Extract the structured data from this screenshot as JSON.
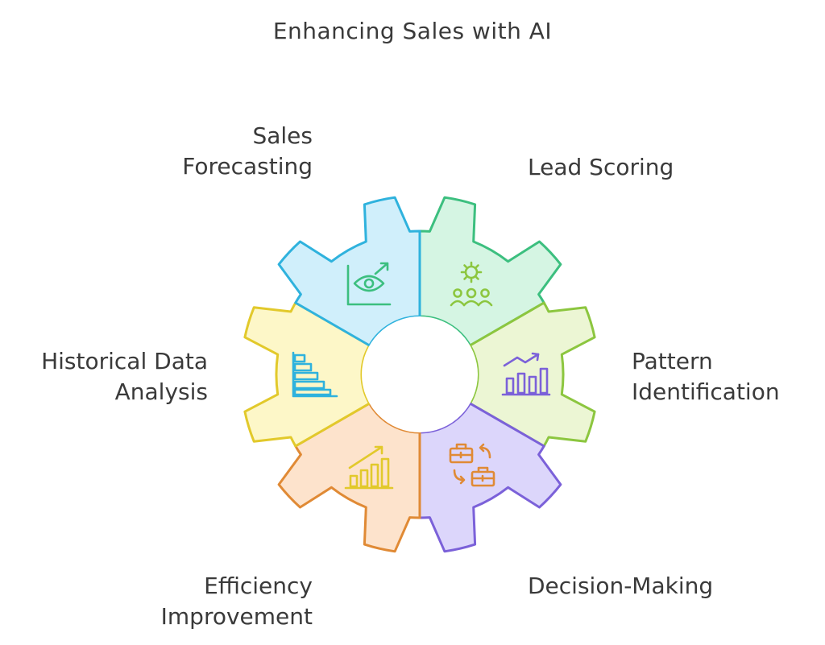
{
  "title": "Enhancing Sales with AI",
  "segments": [
    {
      "id": "sales-forecasting",
      "lines": [
        "Sales",
        "Forecasting"
      ],
      "icon": "eye-chart-icon",
      "fill": "#d5f5e3",
      "stroke": "#3cbf7f"
    },
    {
      "id": "lead-scoring",
      "lines": [
        "Lead Scoring"
      ],
      "icon": "gear-people-icon",
      "fill": "#ecf6d4",
      "stroke": "#8cc63f"
    },
    {
      "id": "pattern-identification",
      "lines": [
        "Pattern",
        "Identification"
      ],
      "icon": "trend-bars-icon",
      "fill": "#dcd6fb",
      "stroke": "#7b61d9"
    },
    {
      "id": "decision-making",
      "lines": [
        "Decision-Making"
      ],
      "icon": "briefcase-swap-icon",
      "fill": "#fde3cc",
      "stroke": "#e08a35"
    },
    {
      "id": "efficiency-improvement",
      "lines": [
        "Efficiency",
        "Improvement"
      ],
      "icon": "growth-bars-icon",
      "fill": "#fdf7c8",
      "stroke": "#e2c92b"
    },
    {
      "id": "historical-data-analysis",
      "lines": [
        "Historical Data",
        "Analysis"
      ],
      "icon": "horizontal-bars-icon",
      "fill": "#d0effb",
      "stroke": "#2fb2dd"
    }
  ]
}
